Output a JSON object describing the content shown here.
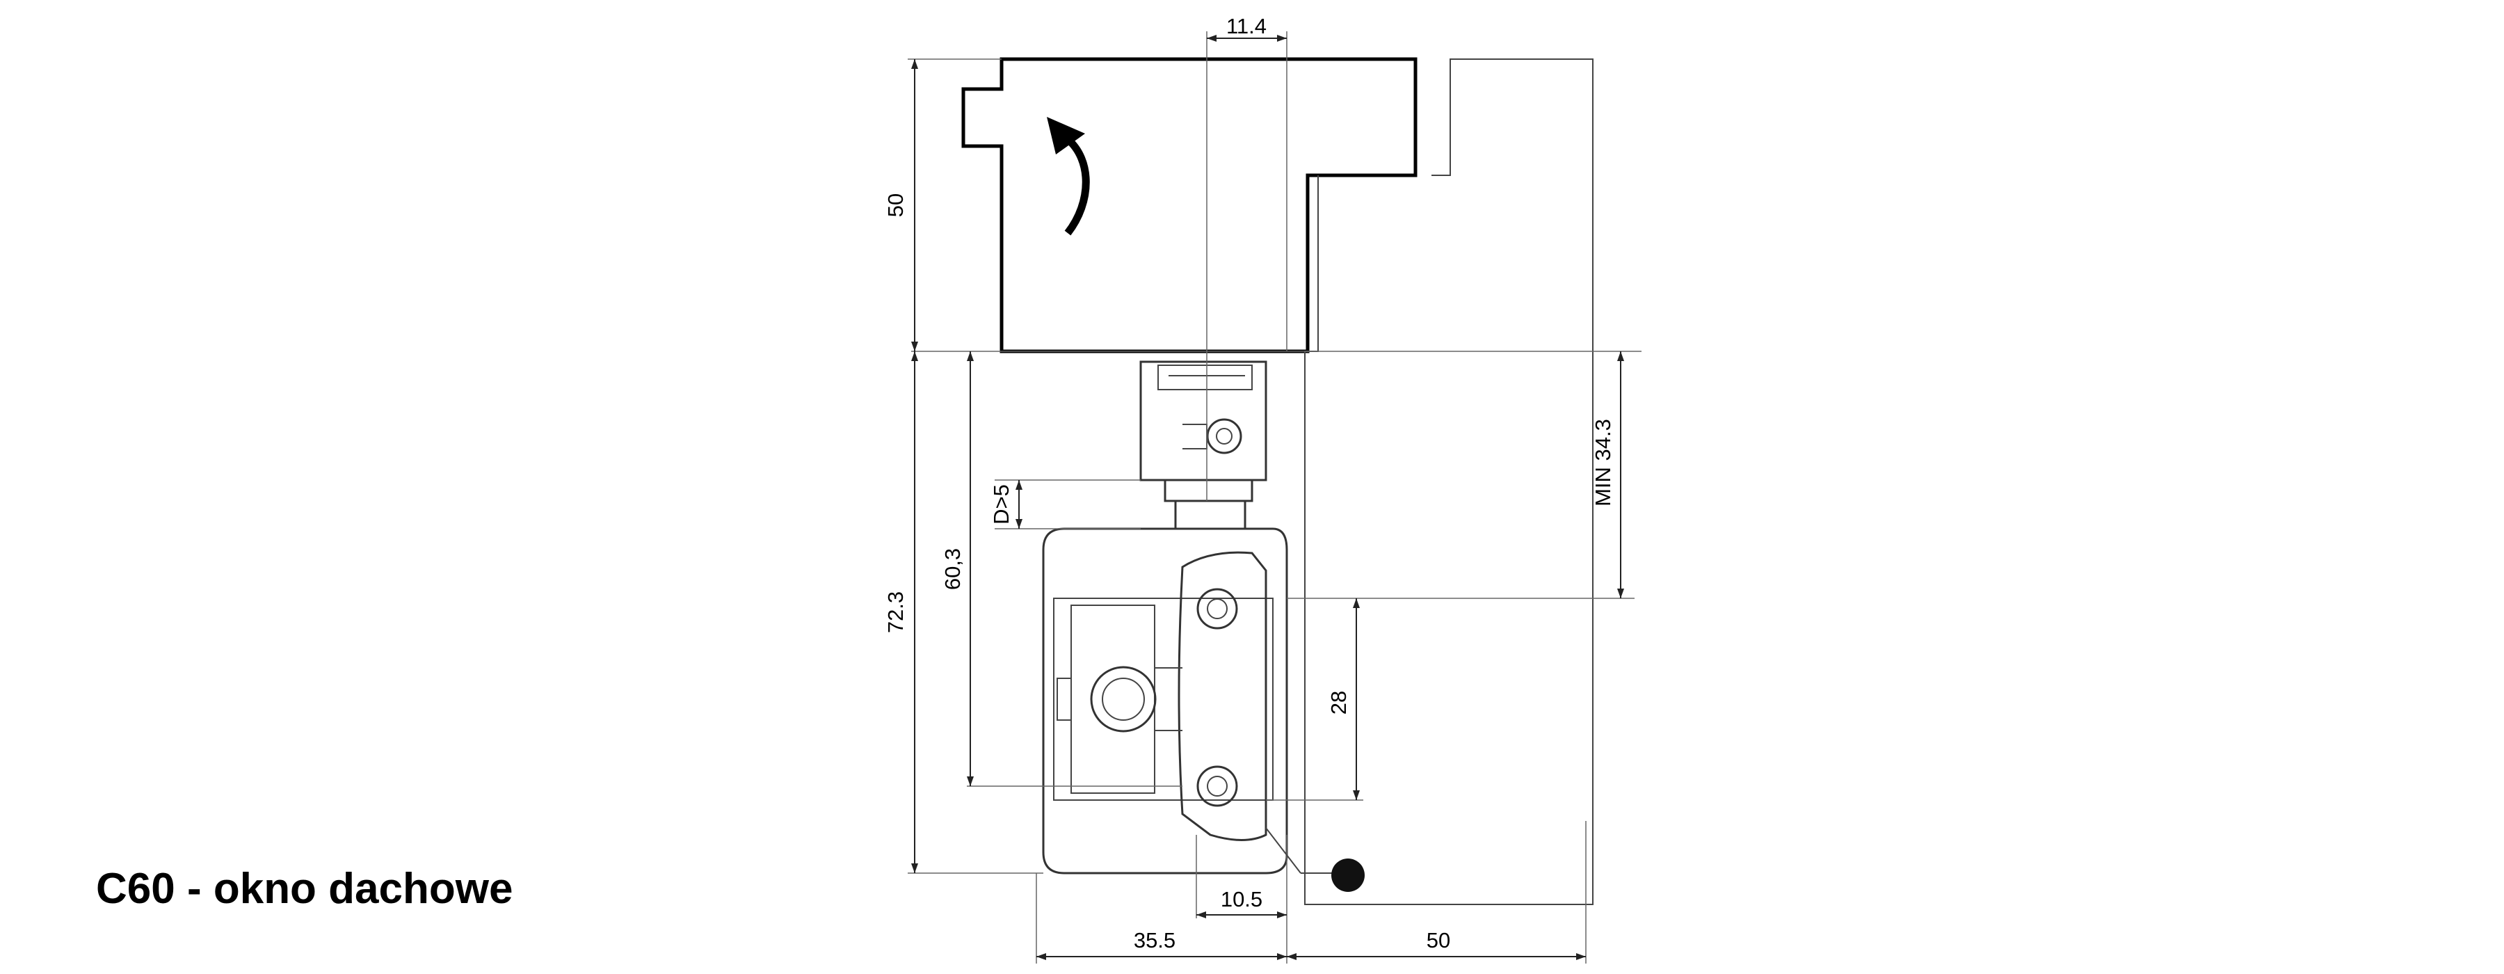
{
  "title": "C60 - okno dachowe",
  "dimensions": {
    "top_width": "11.4",
    "sash_height": "50",
    "total_height": "72.3",
    "height_60": "60,3",
    "d_gap": "D>5",
    "min_height": "MIN 34.3",
    "hole_spacing": "28",
    "offset": "10.5",
    "width_left": "35.5",
    "width_right": "50"
  },
  "icons": [
    "rotation-arrow-icon",
    "mount-point-marker-icon"
  ]
}
